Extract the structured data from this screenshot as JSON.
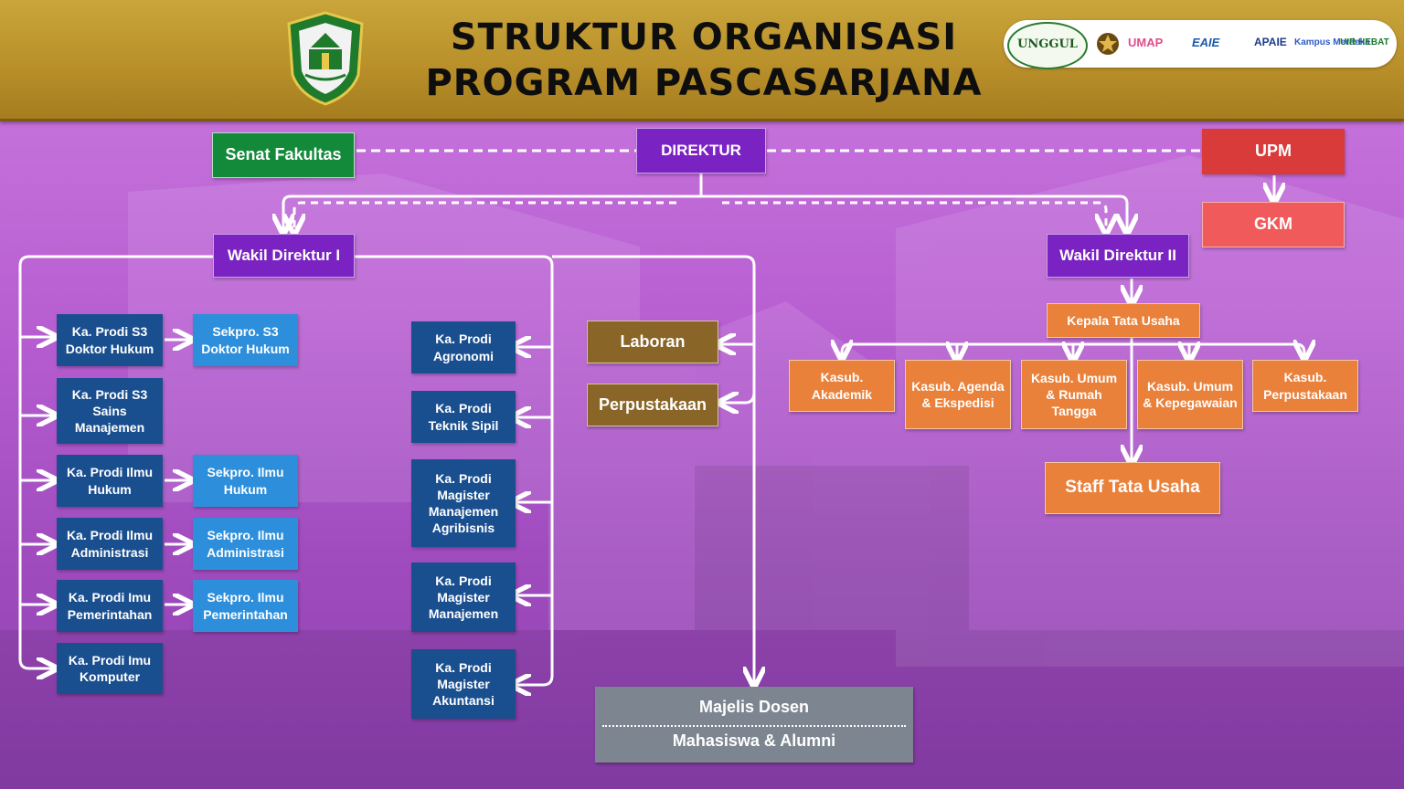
{
  "header": {
    "title_line1": "STRUKTUR ORGANISASI",
    "title_line2": "PROGRAM PASCASARJANA",
    "emblem_icon": "university-emblem-icon",
    "logos": {
      "unggul": "UNGGUL",
      "umap": "UMAP",
      "eaie": "EAIE",
      "apaie": "APAIE",
      "kampus_merdeka": "Kampus Merdeka",
      "uir_hebat": "UIR HEBAT"
    }
  },
  "chart": {
    "direktur": "DIREKTUR",
    "senat": "Senat Fakultas",
    "upm": "UPM",
    "gkm": "GKM",
    "wakil1": "Wakil Direktur I",
    "wakil2": "Wakil Direktur II",
    "left_col": [
      "Ka. Prodi S3 Doktor Hukum",
      "Ka. Prodi S3 Sains Manajemen",
      "Ka. Prodi  Ilmu Hukum",
      "Ka. Prodi Ilmu Administrasi",
      "Ka. Prodi Imu Pemerintahan",
      "Ka. Prodi Imu Komputer"
    ],
    "sekpro": [
      "Sekpro. S3 Doktor Hukum",
      "Sekpro.  Ilmu Hukum",
      "Sekpro. Ilmu Administrasi",
      "Sekpro. Ilmu Pemerintahan"
    ],
    "mid_col": [
      "Ka. Prodi Agronomi",
      "Ka. Prodi Teknik Sipil",
      "Ka. Prodi Magister Manajemen Agribisnis",
      "Ka. Prodi Magister Manajemen",
      "Ka. Prodi Magister Akuntansi"
    ],
    "laboran": "Laboran",
    "perpustakaan": "Perpustakaan",
    "majelis": "Majelis Dosen",
    "mahasiswa": "Mahasiswa & Alumni",
    "kepala_tu": "Kepala Tata Usaha",
    "kasub": [
      "Kasub. Akademik",
      "Kasub. Agenda & Ekspedisi",
      "Kasub. Umum & Rumah Tangga",
      "Kasub. Umum & Kepegawaian",
      "Kasub. Perpustakaan"
    ],
    "staff_tu": "Staff Tata Usaha"
  },
  "colors": {
    "header_gold": "#b9902a",
    "background_purple": "#b85fd2",
    "navy_box": "#1a4f8f",
    "light_blue_box": "#2d8fdc",
    "purple_box": "#7a22c2",
    "brown_box": "#8a6528",
    "orange_box": "#e9813b",
    "green_box": "#138a3a",
    "red_box": "#d93a3a",
    "gray_box": "#7d8690"
  }
}
